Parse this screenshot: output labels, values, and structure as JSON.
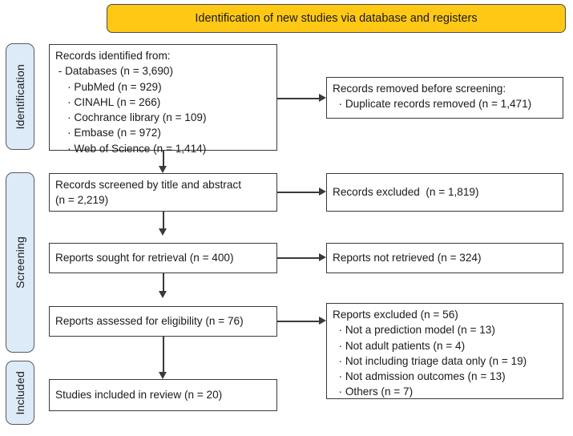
{
  "banner": {
    "title": "Identification of new studies via database and registers"
  },
  "phases": [
    {
      "id": "identification",
      "label": "Identification"
    },
    {
      "id": "screening",
      "label": "Screening"
    },
    {
      "id": "included",
      "label": "Included"
    }
  ],
  "boxes": {
    "identified": "Records identified from:\n - Databases (n = 3,690)\n    · PubMed (n = 929)\n    · CINAHL (n = 266)\n    · Cochrance library (n = 109)\n    · Embase (n = 972)\n    · Web of Science (n = 1,414)",
    "removed": "Records removed before screening:\n  · Duplicate records removed (n = 1,471)",
    "screened": "Records screened by title and abstract\n(n = 2,219)",
    "excluded_screened": "Records excluded  (n = 1,819)",
    "sought": "Reports sought for retrieval (n = 400)",
    "not_retrieved": "Reports not retrieved (n = 324)",
    "assessed": "Reports assessed for eligibility (n = 76)",
    "excluded_reports": "Reports excluded (n = 56)\n  · Not a prediction model (n = 13)\n  · Not adult patients (n = 4)\n  · Not including triage data only (n = 19)\n  · Not admission outcomes (n = 13)\n  · Others (n = 7)",
    "included": "Studies included in review (n = 20)"
  },
  "chart_data": {
    "type": "table",
    "title": "PRISMA 2020 flow diagram: Identification of new studies via database and registers",
    "phases": [
      "Identification",
      "Screening",
      "Included"
    ],
    "nodes": [
      {
        "phase": "Identification",
        "column": "left",
        "label": "Records identified from: Databases",
        "n": 3690,
        "children": [
          {
            "label": "PubMed",
            "n": 929
          },
          {
            "label": "CINAHL",
            "n": 266
          },
          {
            "label": "Cochrance library",
            "n": 109
          },
          {
            "label": "Embase",
            "n": 972
          },
          {
            "label": "Web of Science",
            "n": 1414
          }
        ]
      },
      {
        "phase": "Identification",
        "column": "right",
        "label": "Records removed before screening: Duplicate records removed",
        "n": 1471
      },
      {
        "phase": "Screening",
        "column": "left",
        "label": "Records screened by title and abstract",
        "n": 2219
      },
      {
        "phase": "Screening",
        "column": "right",
        "label": "Records excluded",
        "n": 1819
      },
      {
        "phase": "Screening",
        "column": "left",
        "label": "Reports sought for retrieval",
        "n": 400
      },
      {
        "phase": "Screening",
        "column": "right",
        "label": "Reports not retrieved",
        "n": 324
      },
      {
        "phase": "Screening",
        "column": "left",
        "label": "Reports assessed for eligibility",
        "n": 76
      },
      {
        "phase": "Screening",
        "column": "right",
        "label": "Reports excluded",
        "n": 56,
        "children": [
          {
            "label": "Not a prediction model",
            "n": 13
          },
          {
            "label": "Not adult patients",
            "n": 4
          },
          {
            "label": "Not including triage data only",
            "n": 19
          },
          {
            "label": "Not admission outcomes",
            "n": 13
          },
          {
            "label": "Others",
            "n": 7
          }
        ]
      },
      {
        "phase": "Included",
        "column": "left",
        "label": "Studies included in review",
        "n": 20
      }
    ],
    "colors": {
      "banner": "#FFC815",
      "phase_sidebar": "#DCEBF7",
      "box_border": "#3a3a3a",
      "text": "#1a1a1a"
    }
  }
}
